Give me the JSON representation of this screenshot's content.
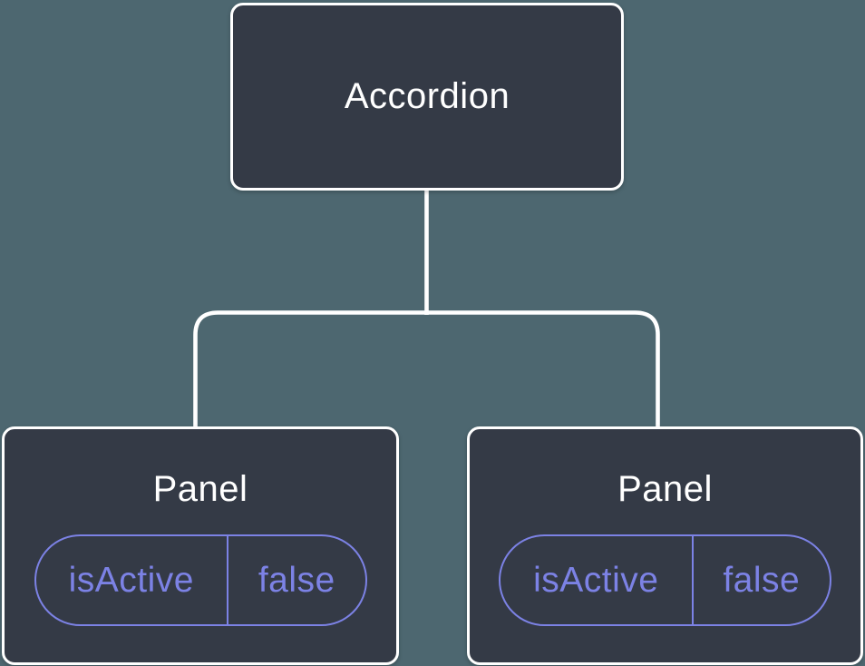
{
  "tree": {
    "root": {
      "label": "Accordion"
    },
    "children": [
      {
        "title": "Panel",
        "state_key": "isActive",
        "state_value": "false"
      },
      {
        "title": "Panel",
        "state_key": "isActive",
        "state_value": "false"
      }
    ]
  },
  "colors": {
    "background": "#4D6770",
    "node_fill": "#343A46",
    "node_border": "#FFFFFF",
    "node_text": "#FFFFFF",
    "connector": "#FFFFFF",
    "state_accent": "#7C82E5"
  }
}
